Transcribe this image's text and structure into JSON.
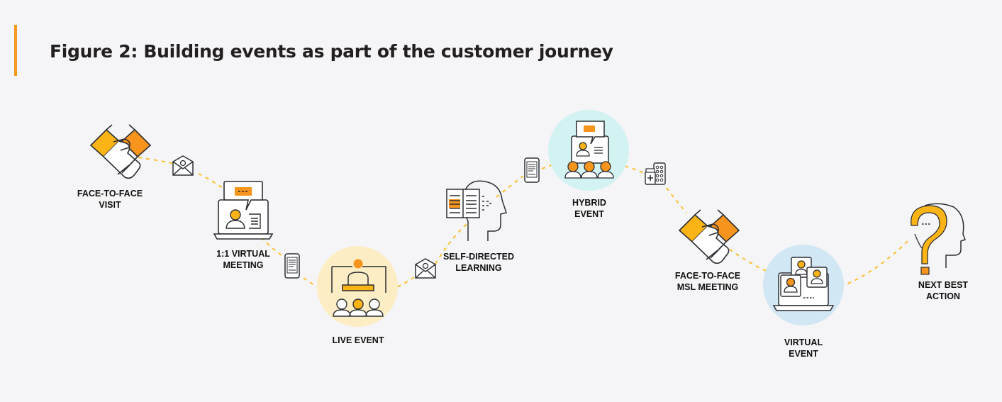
{
  "title": "Figure 2: Building events as part of the customer journey",
  "colors": {
    "accent": "#f39a1e",
    "yellow": "#fbb416",
    "orange": "#f7941d",
    "live_circle": "#fdedc4",
    "hybrid_circle": "#d3f2f2",
    "virtual_circle": "#d2e7f4",
    "stroke": "#2b2e33",
    "path": "#fbbf30"
  },
  "steps": [
    {
      "id": "face-to-face-visit",
      "label": "FACE-TO-FACE\nVISIT",
      "icon": "handshake-icon"
    },
    {
      "id": "virtual-meeting",
      "label": "1:1 VIRTUAL\nMEETING",
      "icon": "laptop-chat-icon"
    },
    {
      "id": "live-event",
      "label": "LIVE EVENT",
      "icon": "podium-audience-icon"
    },
    {
      "id": "self-directed-learning",
      "label": "SELF-DIRECTED\nLEARNING",
      "icon": "book-head-icon"
    },
    {
      "id": "hybrid-event",
      "label": "HYBRID\nEVENT",
      "icon": "hybrid-presenter-icon"
    },
    {
      "id": "face-to-face-msl-meeting",
      "label": "FACE-TO-FACE\nMSL MEETING",
      "icon": "handshake-icon"
    },
    {
      "id": "virtual-event",
      "label": "VIRTUAL\nEVENT",
      "icon": "laptop-group-chat-icon"
    },
    {
      "id": "next-best-action",
      "label": "NEXT BEST\nACTION",
      "icon": "question-head-icon"
    }
  ],
  "touchpoints": [
    {
      "icon": "email-icon"
    },
    {
      "icon": "mobile-phone-icon"
    },
    {
      "icon": "email-icon"
    },
    {
      "icon": "mobile-phone-icon"
    },
    {
      "icon": "medicine-icon"
    }
  ]
}
